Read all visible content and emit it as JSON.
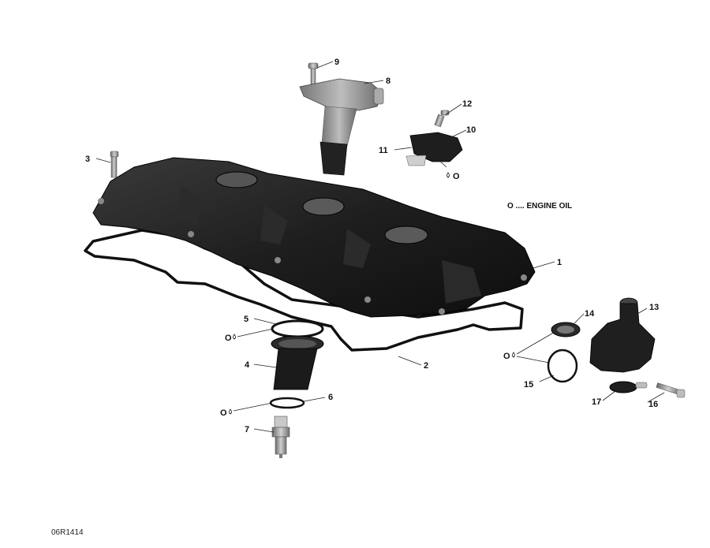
{
  "legend": {
    "text": "O .... ENGINE OIL"
  },
  "reference_code": "06R1414",
  "oil_marker": "O",
  "parts": [
    {
      "id": "1",
      "label": "1"
    },
    {
      "id": "2",
      "label": "2"
    },
    {
      "id": "3",
      "label": "3"
    },
    {
      "id": "4",
      "label": "4"
    },
    {
      "id": "5",
      "label": "5"
    },
    {
      "id": "6",
      "label": "6"
    },
    {
      "id": "7",
      "label": "7"
    },
    {
      "id": "8",
      "label": "8"
    },
    {
      "id": "9",
      "label": "9"
    },
    {
      "id": "10",
      "label": "10"
    },
    {
      "id": "11",
      "label": "11"
    },
    {
      "id": "12",
      "label": "12"
    },
    {
      "id": "13",
      "label": "13"
    },
    {
      "id": "14",
      "label": "14"
    },
    {
      "id": "15",
      "label": "15"
    },
    {
      "id": "16",
      "label": "16"
    },
    {
      "id": "17",
      "label": "17"
    }
  ],
  "colors": {
    "part_dark": "#1c1c1c",
    "part_mid": "#3a3a3a",
    "part_light": "#9a9a9a",
    "gasket": "#111111"
  }
}
